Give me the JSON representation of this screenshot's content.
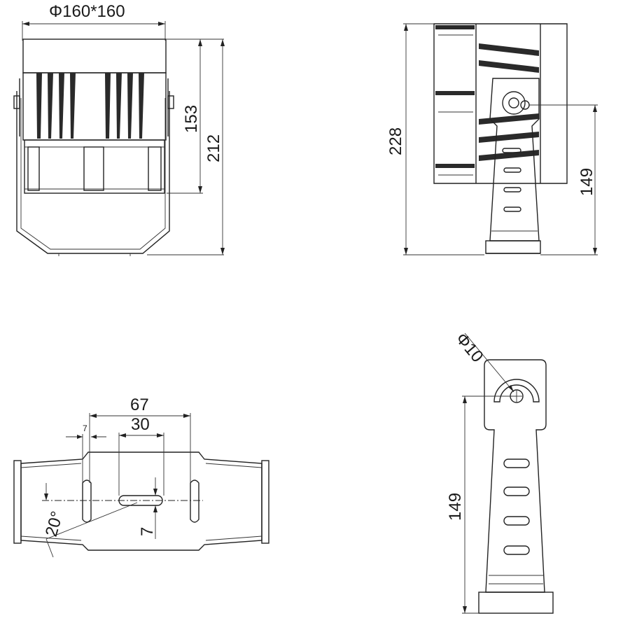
{
  "dimensions": {
    "front_width": "Φ160*160",
    "front_height_body": "153",
    "front_height_total": "212",
    "side_height_total": "228",
    "side_pivot_height": "149",
    "bracket_outer_span": "67",
    "bracket_slot_length": "30",
    "bracket_offset": "7",
    "bracket_slot_width": "7",
    "bracket_angle": "20°",
    "hole_diameter": "Φ10",
    "bracket_pivot_height": "149"
  }
}
